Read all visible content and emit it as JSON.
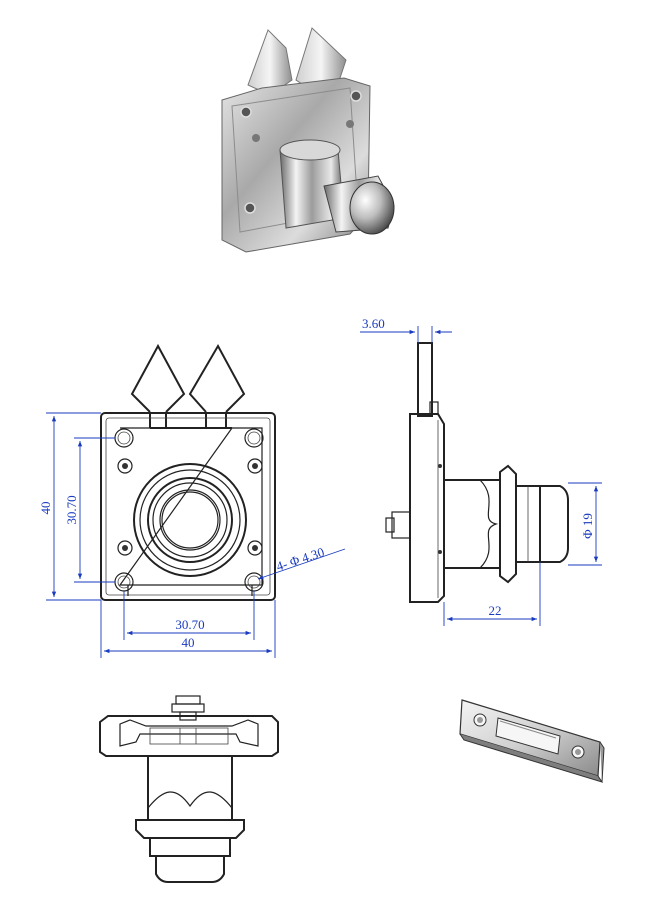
{
  "colors": {
    "dimension": "#1a3bbf",
    "outline": "#222222",
    "chrome_light": "#f2f2f2",
    "chrome_mid": "#b8b8b8",
    "chrome_dark": "#5e5e5e"
  },
  "front_view": {
    "height_overall": "40",
    "height_holes": "30.70",
    "width_holes": "30.70",
    "width_overall": "40",
    "hole_callout": "4- Φ 4.30"
  },
  "side_view": {
    "tongue_thickness": "3.60",
    "button_diameter": "Φ 19",
    "depth": "22"
  }
}
